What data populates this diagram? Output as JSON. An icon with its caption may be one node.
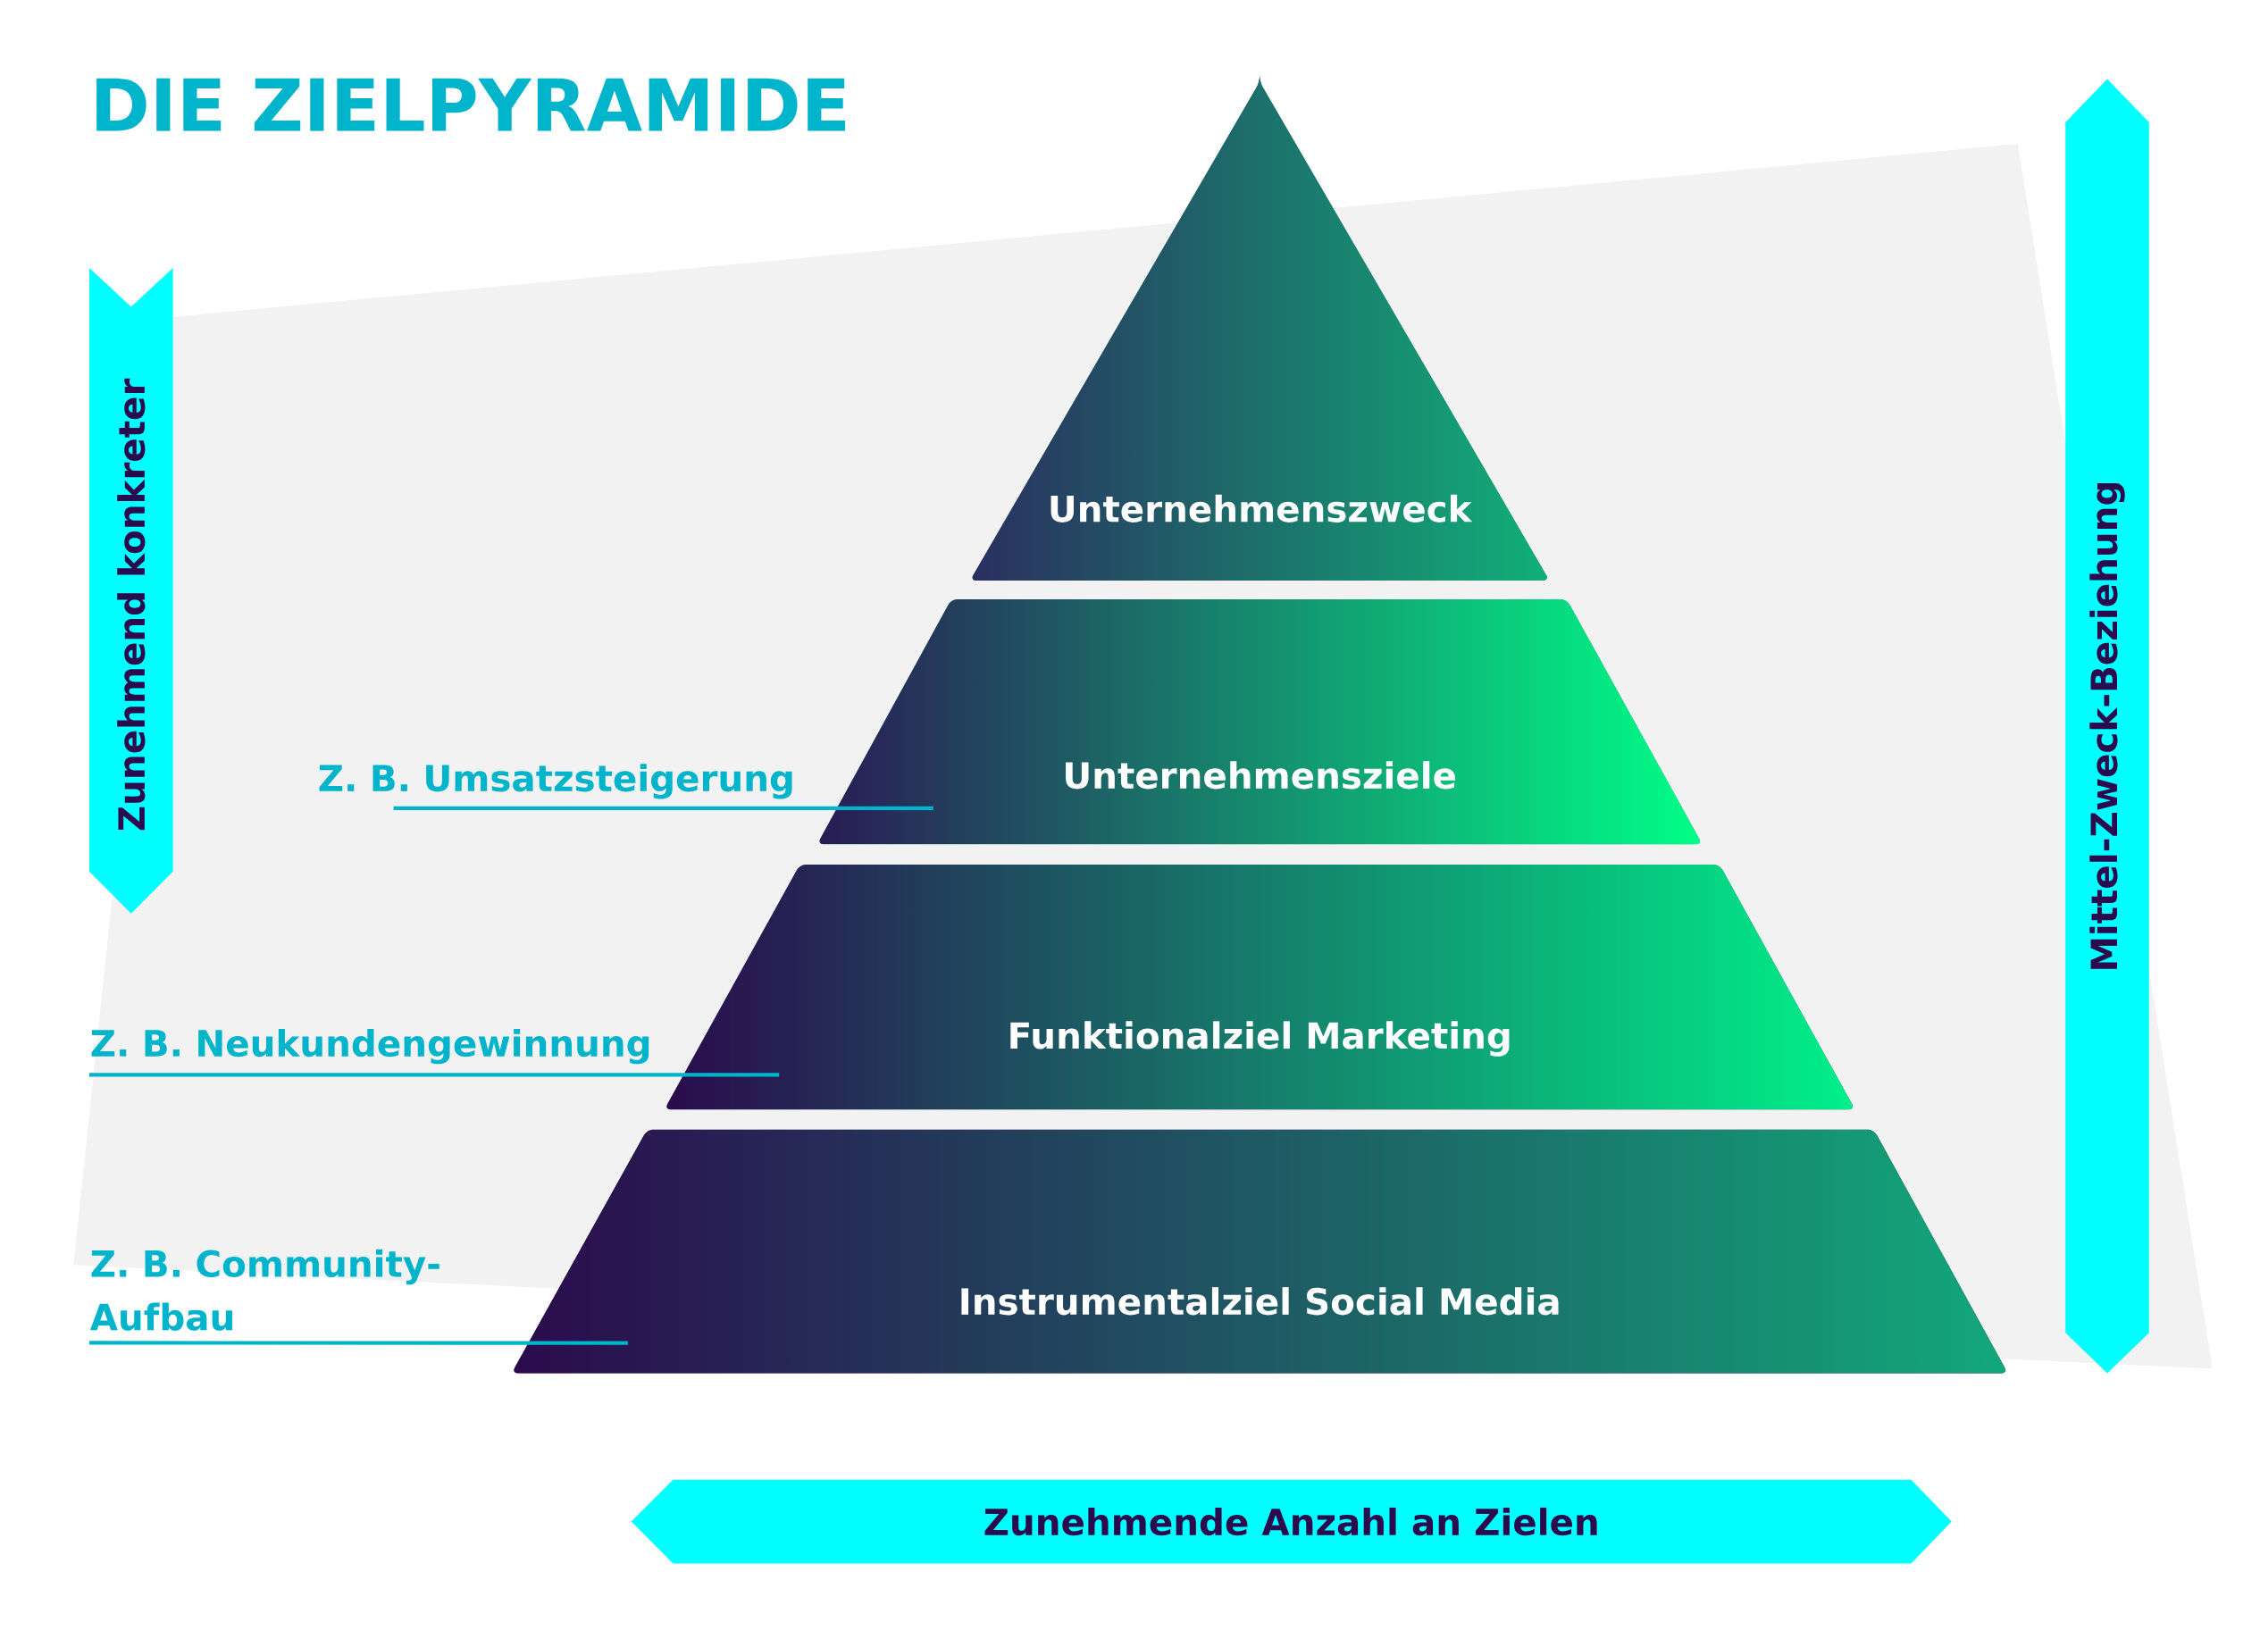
{
  "diagram": {
    "title": "DIE ZIELPYRAMIDE",
    "nodes": [
      {
        "text": [
          "Unternehmenszweck"
        ]
      },
      {
        "text": [
          "Unternehmensziele"
        ]
      },
      {
        "text": [
          "Funktionalziel Marketing"
        ]
      },
      {
        "text": [
          "Instrumentalziel Social Media"
        ]
      },
      {
        "text": [
          "Z. B. Umsatzsteigerung"
        ]
      },
      {
        "text": [
          "Z. B. Neukundengewinnung"
        ]
      },
      {
        "text": [
          "Z. B. Community-Aufbau"
        ]
      },
      {
        "text": [
          "Zunehmend konkreter"
        ]
      },
      {
        "text": [
          "Mittel-Zweck-Beziehung"
        ]
      },
      {
        "text": [
          "Zunehmende Anzahl an Zielen"
        ]
      }
    ],
    "edges": [
      {
        "from": 4,
        "to": 1,
        "arrow": "none"
      },
      {
        "from": 5,
        "to": 2,
        "arrow": "none"
      },
      {
        "from": 6,
        "to": 3,
        "arrow": "none"
      }
    ]
  }
}
